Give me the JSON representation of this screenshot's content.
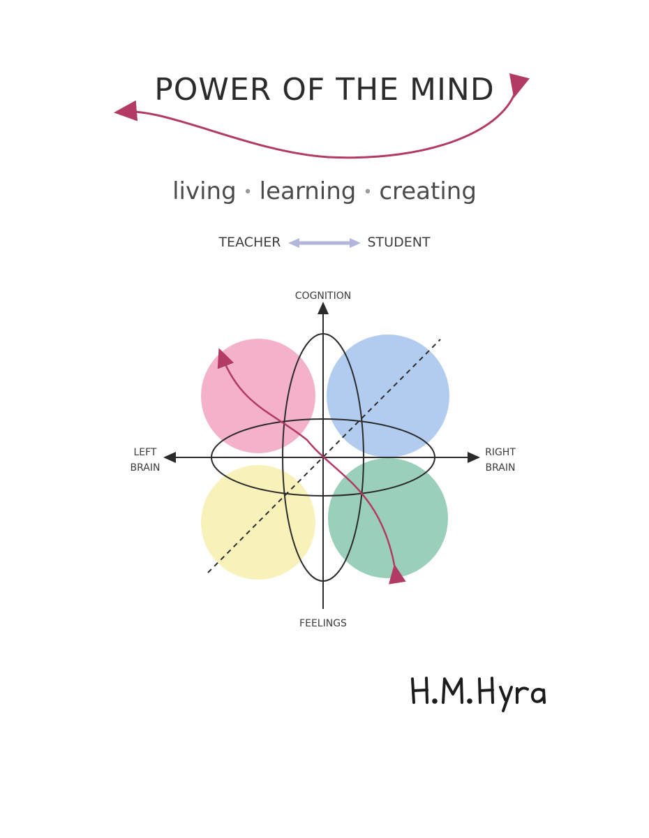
{
  "title": "POWER OF THE MIND",
  "subtitle": {
    "word1": "living",
    "word2": "learning",
    "word3": "creating",
    "separator": "•"
  },
  "relation": {
    "left": "TEACHER",
    "right": "STUDENT"
  },
  "diagram": {
    "top_label": "COGNITION",
    "bottom_label": "FEELINGS",
    "left_label_line1": "LEFT",
    "left_label_line2": "BRAIN",
    "right_label_line1": "RIGHT",
    "right_label_line2": "BRAIN",
    "quadrant_colors": {
      "top_left": "#f3a9c4",
      "top_right": "#a9c6ec",
      "bottom_left": "#f8f0b2",
      "bottom_right": "#8fcab3"
    },
    "accent_color": "#b23a64"
  },
  "author": "H. M. Hyra"
}
